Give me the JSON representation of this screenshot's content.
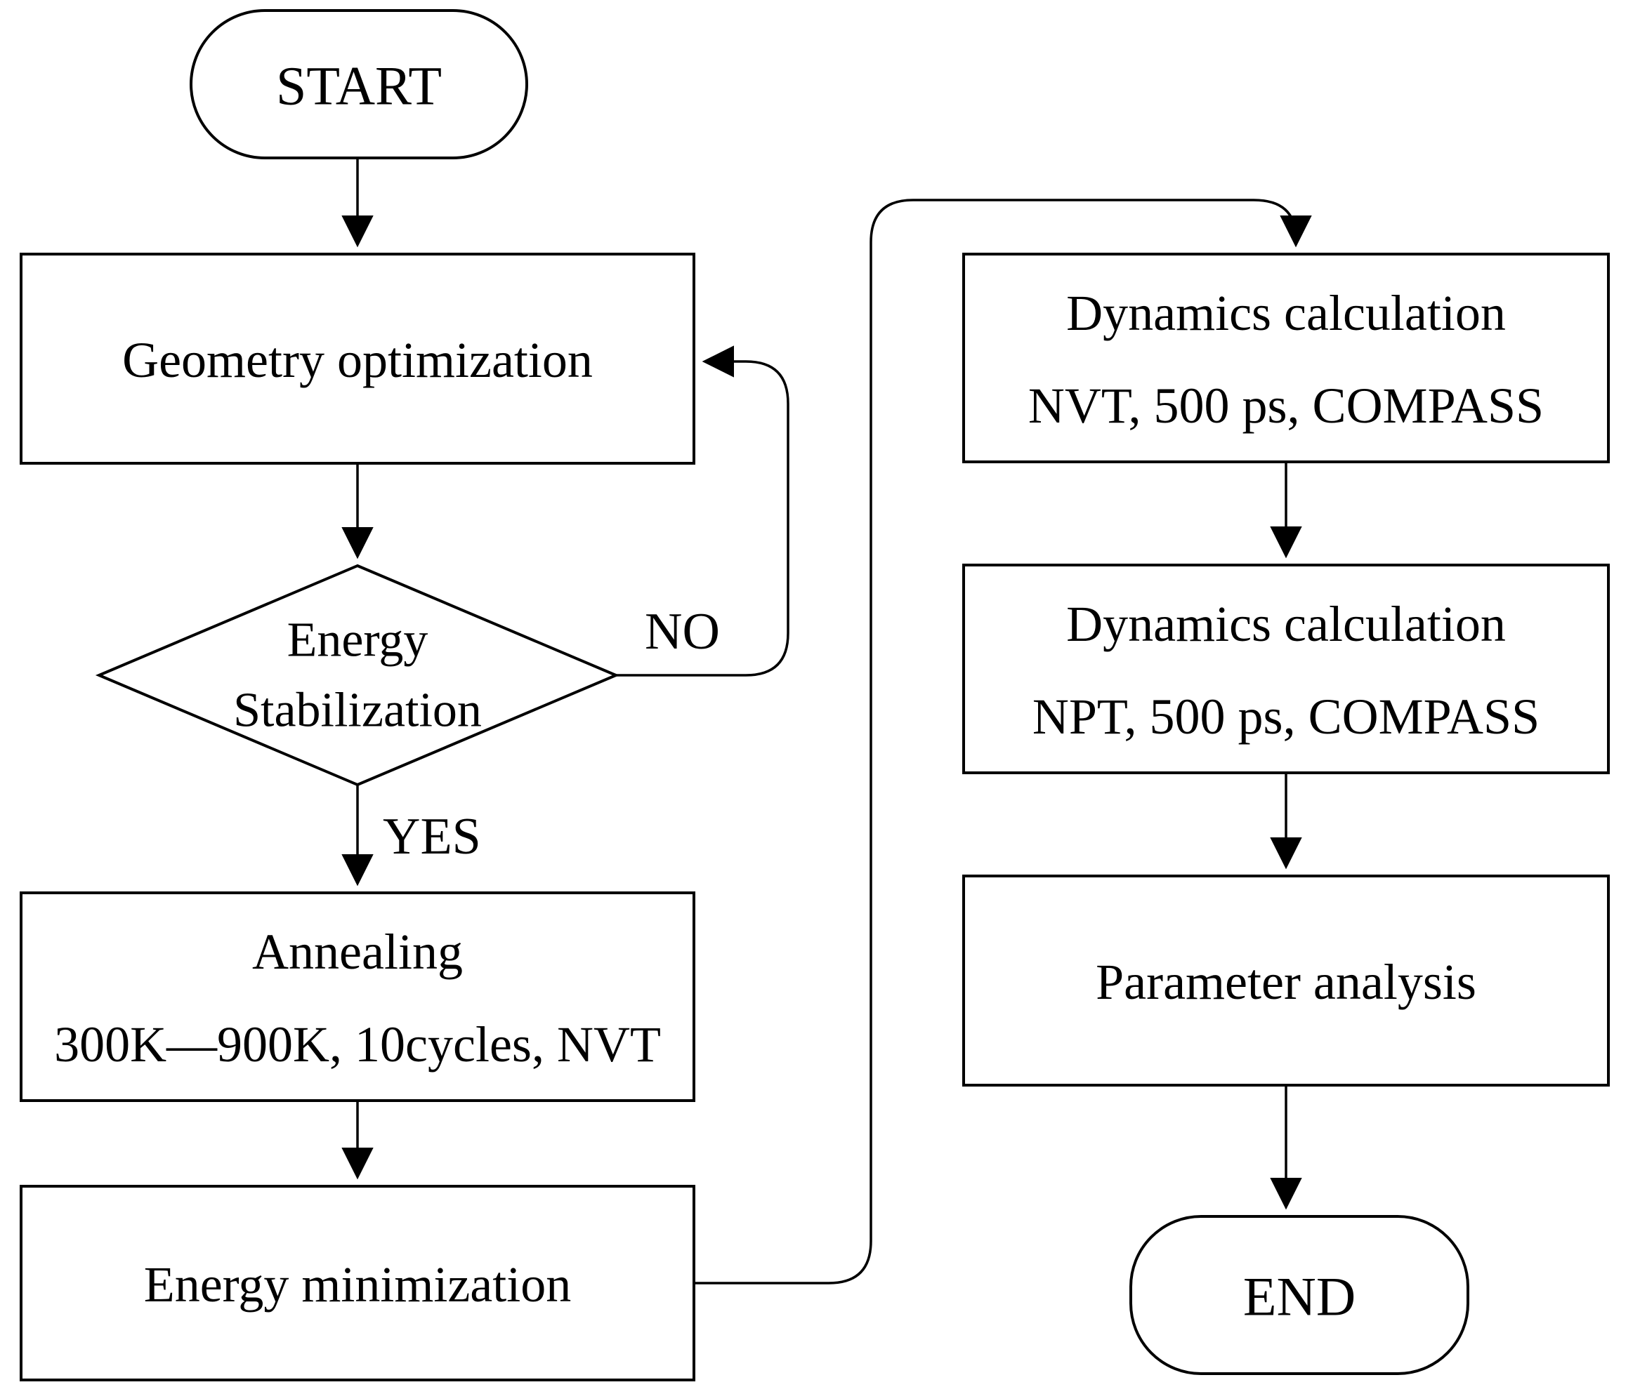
{
  "flowchart": {
    "background_color": "#ffffff",
    "line_color": "#000000",
    "nodes": {
      "start": {
        "type": "terminator",
        "label": "START"
      },
      "geometry_optimization": {
        "type": "process",
        "label": "Geometry optimization"
      },
      "energy_stabilization": {
        "type": "decision",
        "label_line1": "Energy",
        "label_line2": "Stabilization"
      },
      "annealing": {
        "type": "process",
        "label_line1": "Annealing",
        "label_line2": "300K—900K, 10cycles, NVT"
      },
      "energy_minimization": {
        "type": "process",
        "label": "Energy minimization"
      },
      "dynamics_nvt": {
        "type": "process",
        "label_line1": "Dynamics calculation",
        "label_line2": "NVT, 500 ps, COMPASS"
      },
      "dynamics_npt": {
        "type": "process",
        "label_line1": "Dynamics calculation",
        "label_line2": "NPT, 500 ps, COMPASS"
      },
      "parameter_analysis": {
        "type": "process",
        "label": "Parameter analysis"
      },
      "end": {
        "type": "terminator",
        "label": "END"
      }
    },
    "edges": {
      "no_label": "NO",
      "yes_label": "YES"
    }
  }
}
